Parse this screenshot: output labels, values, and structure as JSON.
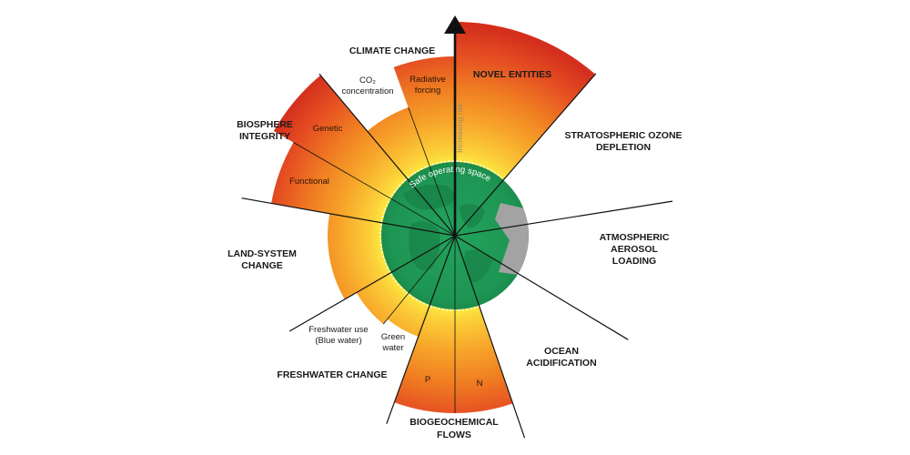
{
  "labels": {
    "climate_change": "CLIMATE CHANGE",
    "co2_line1": "CO₂",
    "co2_line2": "concentration",
    "radiative_line1": "Radiative",
    "radiative_line2": "forcing",
    "novel_entities": "NOVEL ENTITIES",
    "increasing_risk": "Increasing risk",
    "ozone_line1": "STRATOSPHERIC OZONE",
    "ozone_line2": "DEPLETION",
    "aerosol_line1": "ATMOSPHERIC",
    "aerosol_line2": "AEROSOL",
    "aerosol_line3": "LOADING",
    "ocean_line1": "OCEAN",
    "ocean_line2": "ACIDIFICATION",
    "biogeo_line1": "BIOGEOCHEMICAL",
    "biogeo_line2": "FLOWS",
    "p": "P",
    "n": "N",
    "freshwater_change": "FRESHWATER CHANGE",
    "green_line1": "Green",
    "green_line2": "water",
    "fwuse_line1": "Freshwater use",
    "fwuse_line2": "(Blue water)",
    "land_line1": "LAND-SYSTEM",
    "land_line2": "CHANGE",
    "biosphere_line1": "BIOSPHERE",
    "biosphere_line2": "INTEGRITY",
    "genetic": "Genetic",
    "functional": "Functional",
    "safe_space": "Safe operating space"
  },
  "colors": {
    "safe_green": "#1f9a55",
    "boundary_yellow": "#f7d23c",
    "zone_orange": "#f28c22",
    "high_risk_red": "#d9341f",
    "unquantified_grey": "#a3a3a3"
  }
}
